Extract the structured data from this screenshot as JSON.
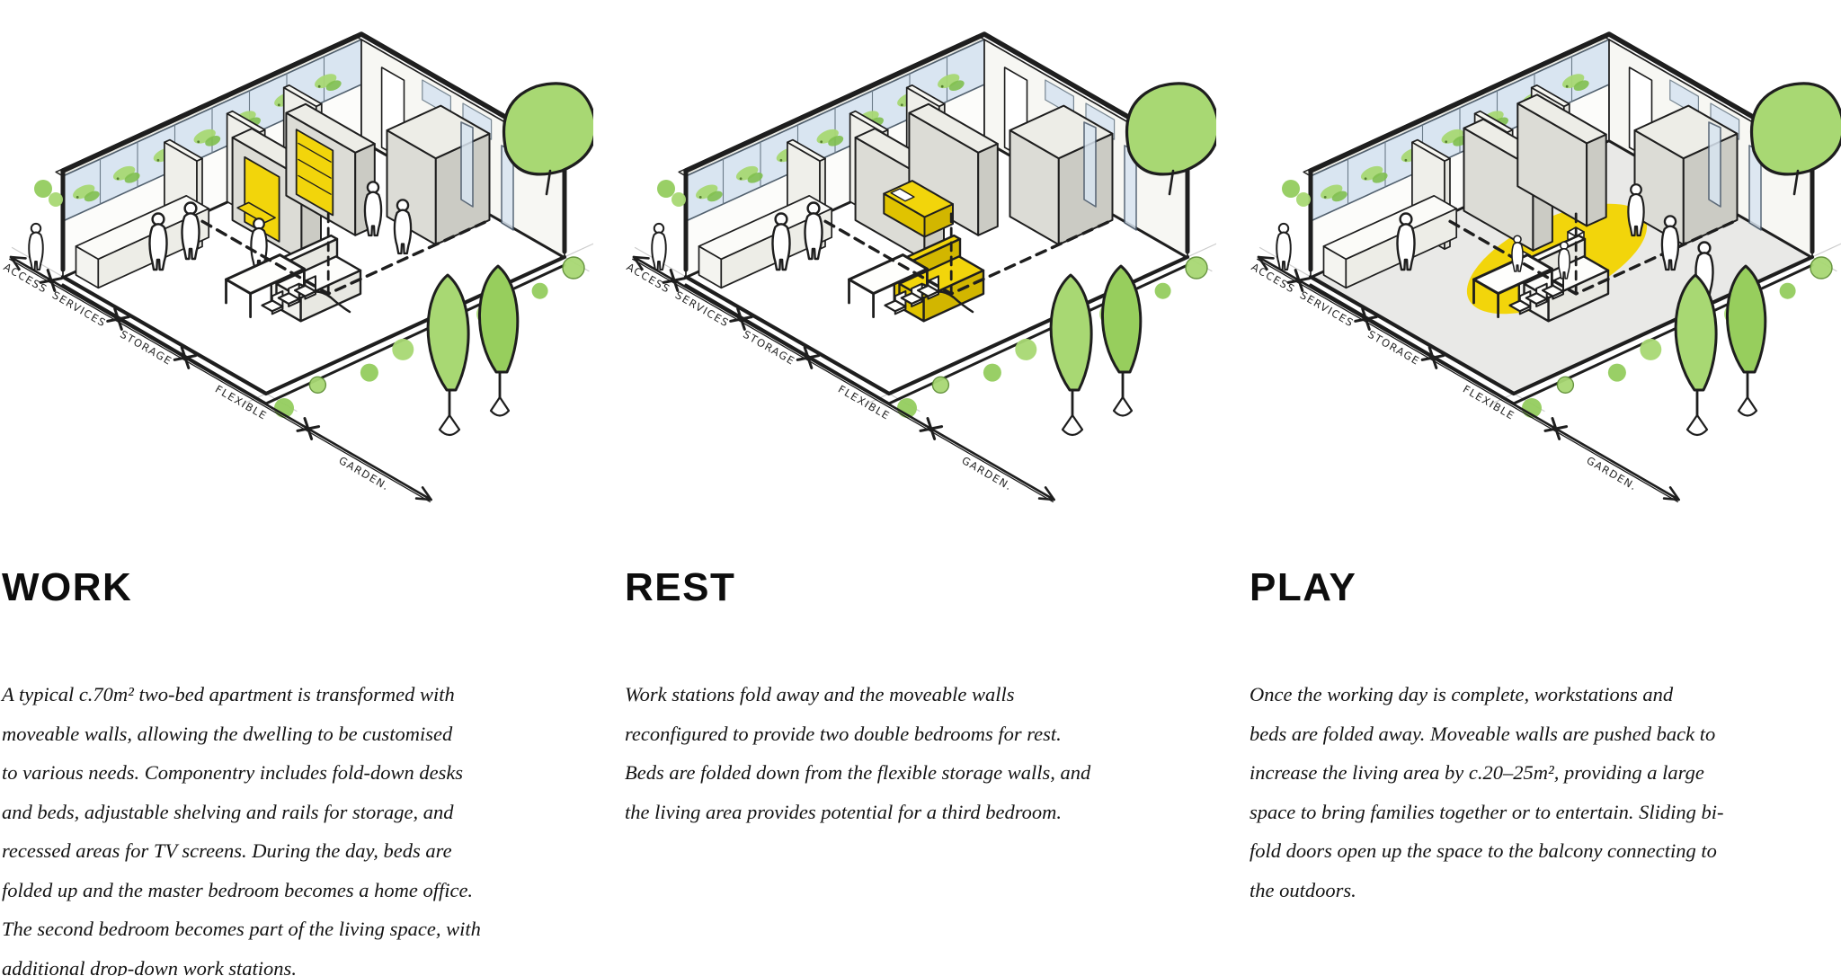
{
  "columns": [
    {
      "id": "work",
      "heading": "WORK",
      "body_lines": [
        "A typical c.70m² two-bed apartment is transformed with",
        "moveable walls, allowing the dwelling to be customised",
        "to various needs. Componentry includes fold-down desks",
        "and beds, adjustable shelving and rails for storage, and",
        "recessed areas for TV screens. During the day, beds are",
        "folded up and the master bedroom becomes a home office.",
        "The second bedroom becomes part of the living space, with",
        "additional drop-down work stations."
      ]
    },
    {
      "id": "rest",
      "heading": "REST",
      "body_lines": [
        "Work stations fold away and the moveable walls",
        "reconfigured to provide two double bedrooms for rest.",
        "Beds are folded down from the flexible storage walls, and",
        "the living area provides potential for a third bedroom."
      ]
    },
    {
      "id": "play",
      "heading": "PLAY",
      "body_lines": [
        "Once the working day is complete, workstations and",
        "beds are folded away. Moveable walls are pushed back to",
        "increase the living area by c.20–25m², providing a large",
        "space to bring families together or to entertain. Sliding bi-",
        "fold doors open up the space to the balcony connecting to",
        "the outdoors."
      ]
    }
  ],
  "diagram": {
    "dimension_labels": [
      "ACCESS",
      "SERVICES",
      "STORAGE",
      "FLEXIBLE",
      "GARDEN."
    ],
    "colors": {
      "accent_yellow": "#F2D50B",
      "accent_yellow_side": "#E0C300",
      "accent_yellow_dark": "#D2B600",
      "tree_green": "#A8D873",
      "tree_green_dark": "#97CE5D",
      "hedge_green": "#93CC5E",
      "glazing_blue": "#D9E5F1",
      "line_ink": "#1E1E1E",
      "volume_grey": "#DCDCD6",
      "volume_grey_side": "#CBCBC4",
      "volume_grey_top": "#EDEDE7",
      "floor_wash": "#E9E9E7",
      "construction_grey": "#CDCDCD"
    }
  }
}
